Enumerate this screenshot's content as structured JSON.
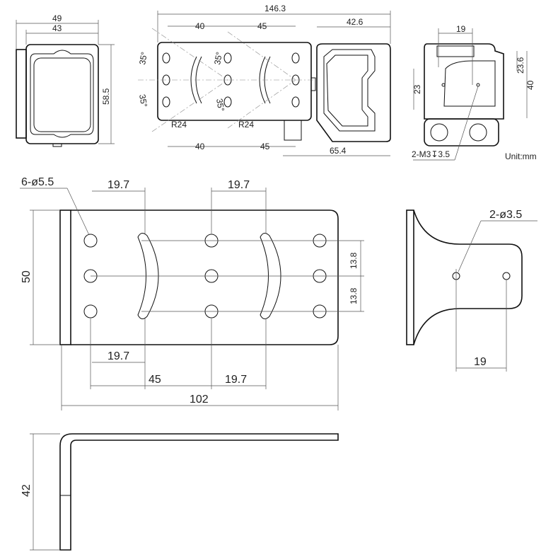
{
  "front_view": {
    "width_outer": "49",
    "width_inner": "43",
    "height": "58.5"
  },
  "top_view": {
    "total_length": "146.3",
    "hole_pitch_1": "40",
    "hole_pitch_2": "45",
    "camera_length": "42.6",
    "bottom_pitch_1": "40",
    "bottom_pitch_2": "45",
    "camera_depth": "65.4",
    "angle_1": "35°",
    "angle_2": "35°",
    "angle_3": "35°",
    "angle_4": "35°",
    "radius_1": "R24",
    "radius_2": "R24"
  },
  "side_view": {
    "hole_spacing": "19",
    "height_1": "23.6",
    "height_2": "40",
    "height_3": "23",
    "thread_note": "2-M3↧3.5",
    "unit": "Unit:mm"
  },
  "bracket_plan": {
    "hole_note": "6-ø5.5",
    "top_dim_1": "19.7",
    "top_dim_2": "19.7",
    "height": "50",
    "row_pitch_1": "13.8",
    "row_pitch_2": "13.8",
    "bottom_dim_1": "19.7",
    "bottom_dim_2": "45",
    "bottom_dim_3": "19.7",
    "total_length": "102"
  },
  "bracket_side": {
    "hole_note": "2-ø3.5",
    "hole_spacing": "19"
  },
  "bracket_profile": {
    "height": "42"
  }
}
